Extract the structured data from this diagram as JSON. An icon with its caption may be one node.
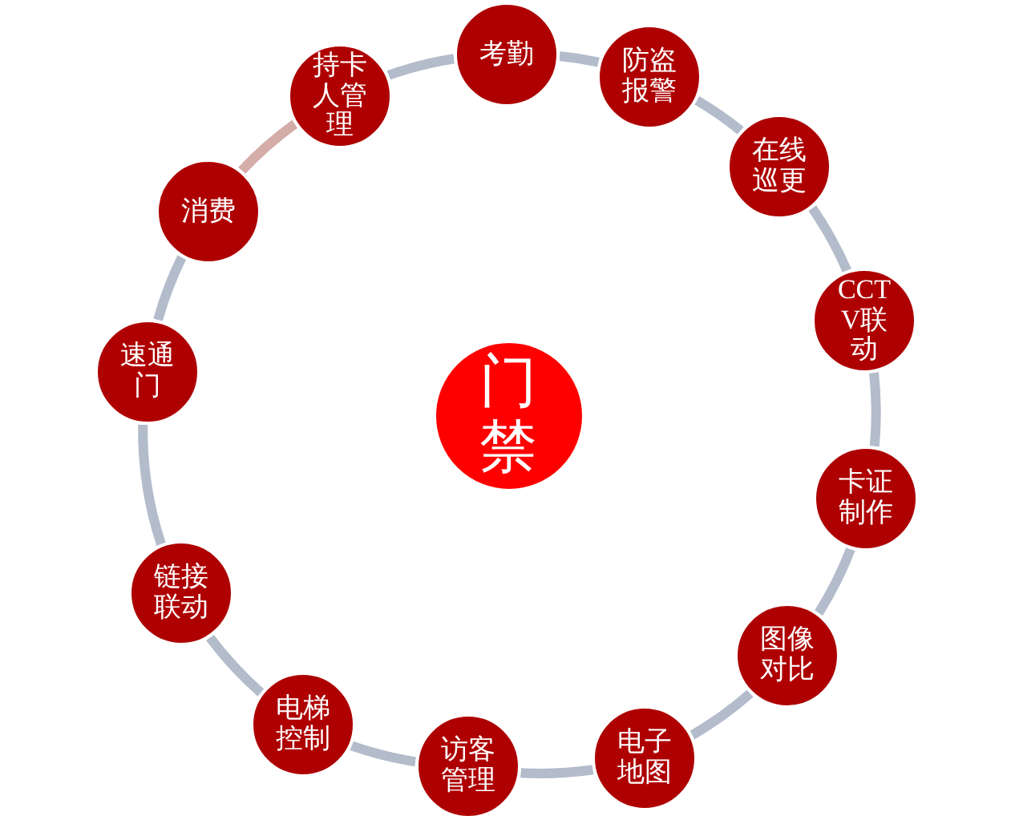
{
  "diagram": {
    "nodes": [
      {
        "text": [
          "门禁"
        ]
      },
      {
        "text": [
          "考勤"
        ]
      },
      {
        "text": [
          "防盗报警"
        ]
      },
      {
        "text": [
          "在线巡更"
        ]
      },
      {
        "text": [
          "CCTV联动"
        ]
      },
      {
        "text": [
          "卡证制作"
        ]
      },
      {
        "text": [
          "图像对比"
        ]
      },
      {
        "text": [
          "电子地图"
        ]
      },
      {
        "text": [
          "访客管理"
        ]
      },
      {
        "text": [
          "电梯控制"
        ]
      },
      {
        "text": [
          "链接联动"
        ]
      },
      {
        "text": [
          "速通门"
        ]
      },
      {
        "text": [
          "消费"
        ]
      },
      {
        "text": [
          "持卡人管理"
        ]
      }
    ],
    "edges": [
      {
        "from": 1,
        "to": 2,
        "arrow": "none"
      },
      {
        "from": 2,
        "to": 3,
        "arrow": "none"
      },
      {
        "from": 3,
        "to": 4,
        "arrow": "none"
      },
      {
        "from": 4,
        "to": 5,
        "arrow": "none"
      },
      {
        "from": 5,
        "to": 6,
        "arrow": "none"
      },
      {
        "from": 6,
        "to": 7,
        "arrow": "none"
      },
      {
        "from": 7,
        "to": 8,
        "arrow": "none"
      },
      {
        "from": 8,
        "to": 9,
        "arrow": "none"
      },
      {
        "from": 9,
        "to": 10,
        "arrow": "none"
      },
      {
        "from": 10,
        "to": 11,
        "arrow": "none"
      },
      {
        "from": 11,
        "to": 12,
        "arrow": "none"
      },
      {
        "from": 12,
        "to": 13,
        "arrow": "none",
        "color": "#d4aca8"
      },
      {
        "from": 13,
        "to": 1,
        "arrow": "none"
      }
    ]
  }
}
